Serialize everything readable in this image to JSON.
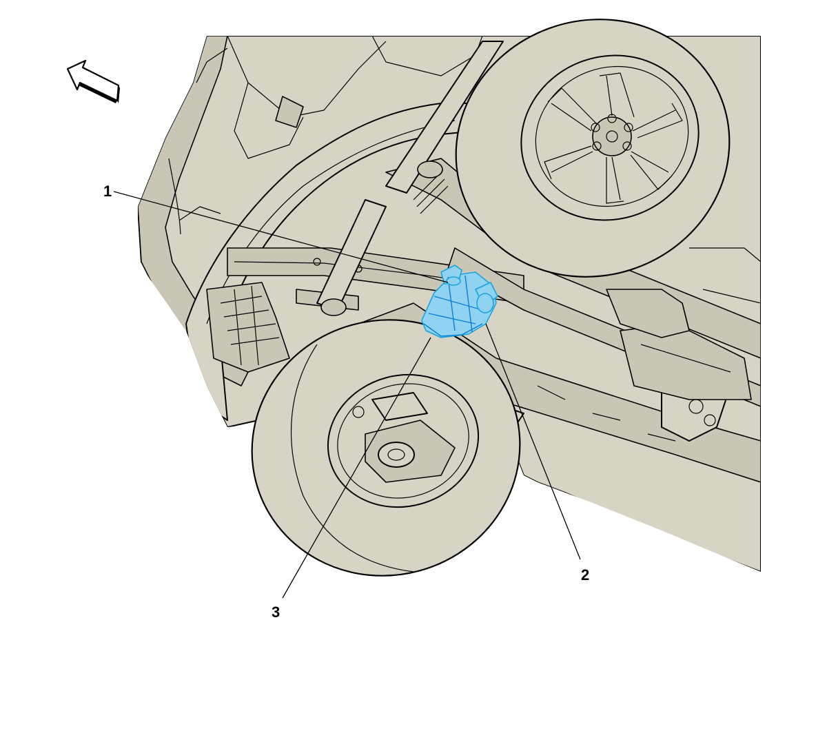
{
  "diagram": {
    "callouts": [
      {
        "id": "1",
        "label": "1"
      },
      {
        "id": "2",
        "label": "2"
      },
      {
        "id": "3",
        "label": "3"
      }
    ],
    "direction_arrow": {
      "icon": "view-direction-arrow-icon",
      "points": "front"
    },
    "highlighted_component": {
      "color": "#1aa3e0"
    },
    "colors": {
      "body": "#d7d4c5",
      "line": "#000000",
      "highlight": "#1aa3e0",
      "background": "#ffffff"
    }
  }
}
